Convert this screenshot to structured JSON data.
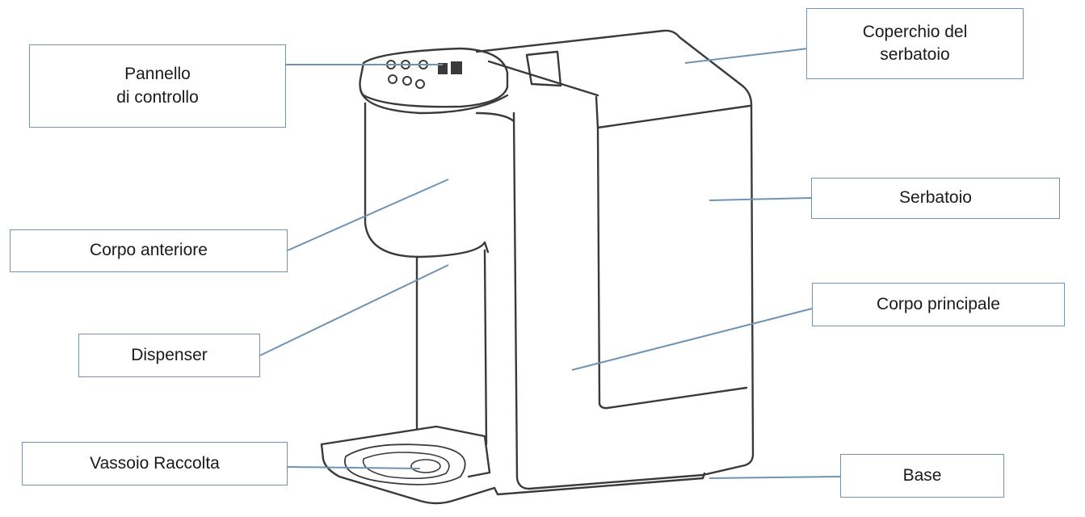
{
  "colors": {
    "outline": "#3a3a3a",
    "leader_line": "#6f93b5",
    "box_border": "#6f93b5",
    "text": "#1a1a1a",
    "background": "#ffffff"
  },
  "labels": {
    "pannello_line1": "Pannello",
    "pannello_line2": "di controllo",
    "coperchio_line1": "Coperchio del",
    "coperchio_line2": "serbatoio",
    "serbatoio": "Serbatoio",
    "corpo_anteriore": "Corpo anteriore",
    "corpo_principale": "Corpo principale",
    "dispenser": "Dispenser",
    "vassoio": "Vassoio Raccolta",
    "base": "Base"
  }
}
